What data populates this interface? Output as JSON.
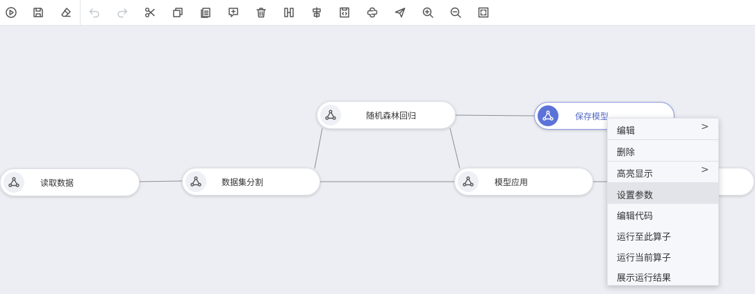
{
  "toolbar": {
    "buttons": [
      {
        "name": "run-icon",
        "enabled": true
      },
      {
        "name": "save-icon",
        "enabled": true
      },
      {
        "name": "eraser-icon",
        "enabled": true
      },
      {
        "name": "undo-icon",
        "enabled": false
      },
      {
        "name": "redo-icon",
        "enabled": false
      },
      {
        "name": "cut-icon",
        "enabled": true
      },
      {
        "name": "copy-icon",
        "enabled": true
      },
      {
        "name": "paste-icon",
        "enabled": true
      },
      {
        "name": "add-comment-icon",
        "enabled": true
      },
      {
        "name": "delete-icon",
        "enabled": true
      },
      {
        "name": "align-horizontal-icon",
        "enabled": true
      },
      {
        "name": "align-vertical-icon",
        "enabled": true
      },
      {
        "name": "code-file-icon",
        "enabled": true
      },
      {
        "name": "python-icon",
        "enabled": true
      },
      {
        "name": "send-icon",
        "enabled": true
      },
      {
        "name": "zoom-in-icon",
        "enabled": true
      },
      {
        "name": "zoom-out-icon",
        "enabled": true
      },
      {
        "name": "fit-screen-icon",
        "enabled": true
      }
    ]
  },
  "nodes": {
    "read_data": {
      "label": "读取数据"
    },
    "split": {
      "label": "数据集分割"
    },
    "rf_regress": {
      "label": "随机森林回归"
    },
    "save_model": {
      "label": "保存模型",
      "selected": true
    },
    "apply_model": {
      "label": "模型应用"
    },
    "node_icon": "model-node-icon"
  },
  "context_menu": {
    "items": [
      {
        "label": "编辑",
        "submenu": true
      },
      {
        "label": "删除",
        "submenu": false
      },
      {
        "label": "高亮显示",
        "submenu": true
      },
      {
        "label": "设置参数",
        "submenu": false,
        "hovered": true
      },
      {
        "label": "编辑代码",
        "submenu": false
      },
      {
        "label": "运行至此算子",
        "submenu": false
      },
      {
        "label": "运行当前算子",
        "submenu": false
      },
      {
        "label": "展示运行结果",
        "submenu": false
      }
    ],
    "submenu_arrow": ">"
  },
  "colors": {
    "canvas_bg": "#eceef3",
    "accent": "#5b73d8",
    "hover_bg": "#e2e4e9"
  }
}
